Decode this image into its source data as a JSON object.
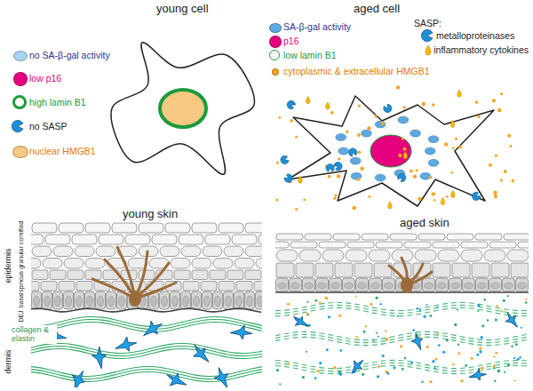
{
  "diagram": {
    "labels": [
      "young cell",
      "aged cell",
      "SASP:",
      "young skin",
      "aged skin",
      "epidermis",
      "cornified",
      "granular",
      "spinous",
      "basal",
      "DEJ",
      "dermis",
      "collagen & elastin"
    ],
    "legend": [
      {
        "text": "no SA-β-gal activity",
        "color": "#a8d3ef"
      },
      {
        "text": "low p16",
        "color": "#e5007e"
      },
      {
        "text": "high lamin B1"
      },
      {
        "text": "no SASP"
      },
      {
        "text": "nuclear HMGB1",
        "color": "#f7c882"
      },
      {
        "text": "SA-β-gal activity",
        "color": "#5fa8de"
      },
      {
        "text": "p16",
        "color": "#e5007e"
      },
      {
        "text": "low lamin B1"
      },
      {
        "text": "cytoplasmic & extracellular HMGB1",
        "color": "#f5a623"
      },
      {
        "text": "metalloproteinases"
      },
      {
        "text": "inflammatory cytokines"
      }
    ]
  }
}
